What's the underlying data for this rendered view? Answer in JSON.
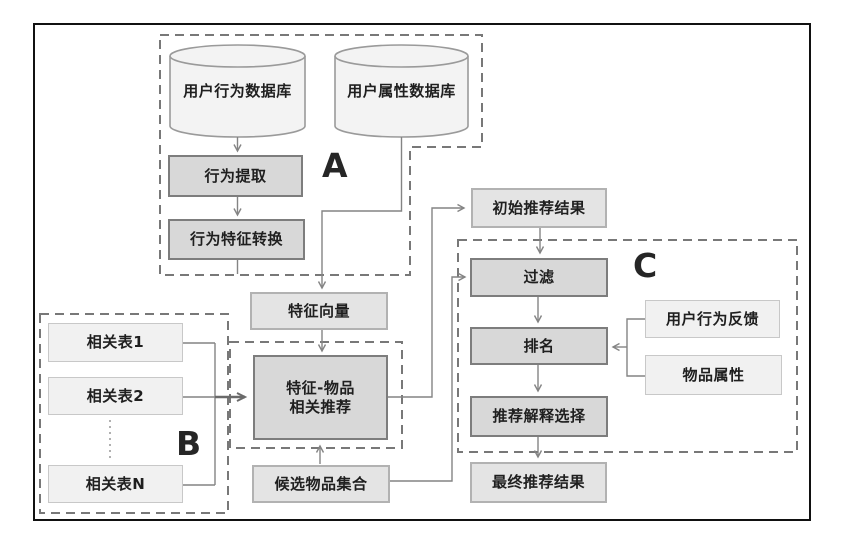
{
  "regions": {
    "a_label": "A",
    "b_label": "B",
    "c_label": "C"
  },
  "nodes": {
    "db_user_behavior": "用户行为数据库",
    "db_user_attribute": "用户属性数据库",
    "behavior_extraction": "行为提取",
    "behavior_feature_conversion": "行为特征转换",
    "feature_vector": "特征向量",
    "related_table_1": "相关表1",
    "related_table_2": "相关表2",
    "related_table_n": "相关表N",
    "feature_item_recommendation": "特征-物品\n相关推荐",
    "candidate_item_set": "候选物品集合",
    "initial_recommendation_result": "初始推荐结果",
    "filter": "过滤",
    "ranking": "排名",
    "recommendation_explanation_selection": "推荐解释选择",
    "final_recommendation_result": "最终推荐结果",
    "user_behavior_feedback": "用户行为反馈",
    "item_attribute": "物品属性"
  },
  "colors": {
    "frame_border": "#111111",
    "box_strong_fill": "#d8d8d8",
    "box_strong_border": "#7d7d7d",
    "box_medium_fill": "#e4e4e4",
    "box_medium_border": "#b2b2b2",
    "box_light_fill": "#f1f1f1",
    "box_light_border": "#c8c8c8",
    "cylinder_fill": "#f3f3f3",
    "cylinder_border": "#9a9a9a",
    "connector_line": "#848484",
    "dashed_region": "#787878",
    "text": "#1f1f1f"
  }
}
